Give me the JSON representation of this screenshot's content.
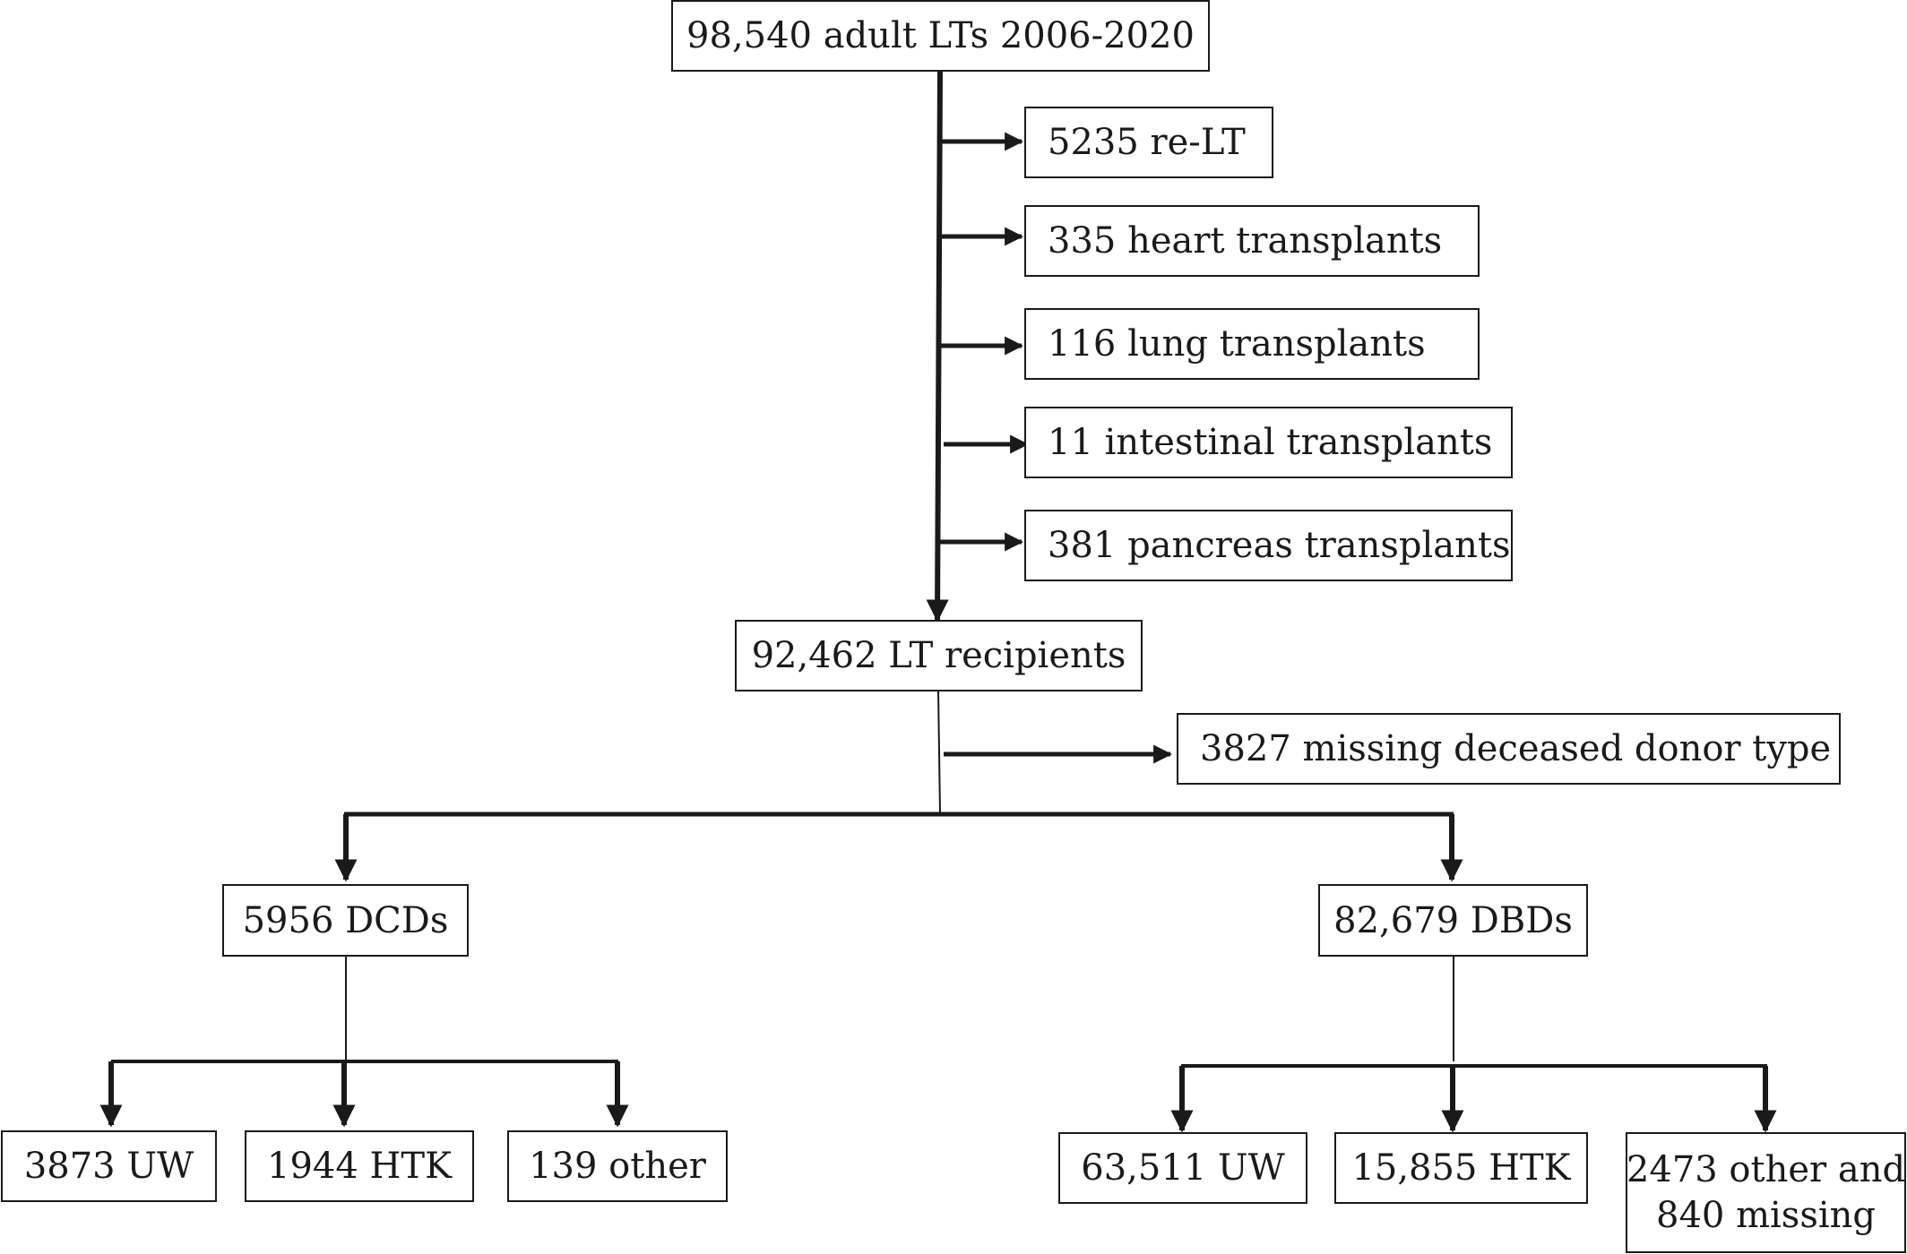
{
  "flowchart": {
    "total": "98,540 adult LTs 2006-2020",
    "exclusions": [
      "5235 re-LT",
      "335 heart transplants",
      "116 lung transplants",
      "11 intestinal transplants",
      "381 pancreas transplants"
    ],
    "recipients": "92,462 LT recipients",
    "missing_donor_type": "3827 missing deceased donor type",
    "dcd": {
      "label": "5956 DCDs",
      "children": [
        "3873 UW",
        "1944 HTK",
        "139 other"
      ]
    },
    "dbd": {
      "label": "82,679 DBDs",
      "children": [
        "63,511 UW",
        "15,855 HTK"
      ],
      "last_child_lines": [
        "2473 other and",
        "840 missing"
      ]
    }
  }
}
